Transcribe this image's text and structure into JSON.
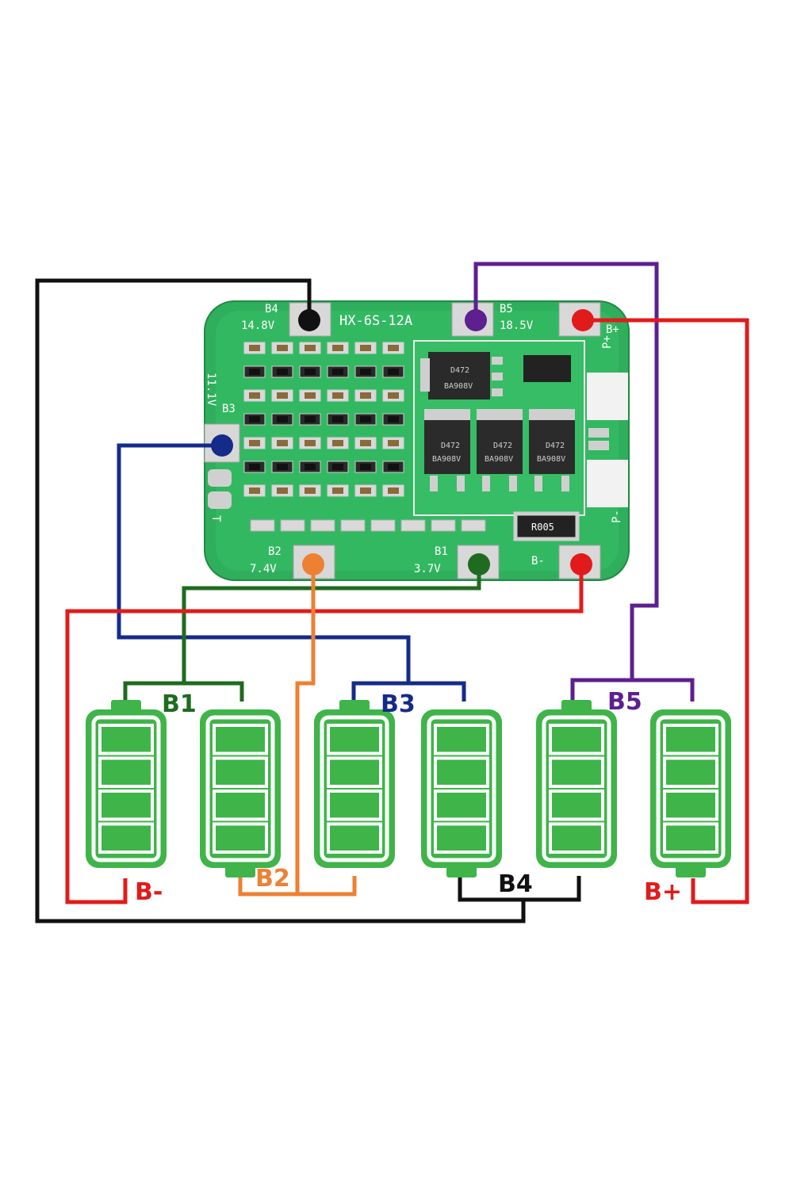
{
  "board": {
    "model": "HX-6S-12A",
    "pads": {
      "b4": {
        "name": "B4",
        "voltage": "14.8V"
      },
      "b5": {
        "name": "B5",
        "voltage": "18.5V"
      },
      "bplus": {
        "name": "B+"
      },
      "pplus": {
        "name": "P+"
      },
      "b3": {
        "name": "B3",
        "voltage": "11.1V"
      },
      "t": {
        "name": "T"
      },
      "b2": {
        "name": "B2",
        "voltage": "7.4V"
      },
      "b1": {
        "name": "B1",
        "voltage": "3.7V"
      },
      "bminus": {
        "name": "B-"
      },
      "pminus": {
        "name": "P-"
      }
    },
    "components": {
      "mosfet_code": "D472",
      "mosfet_sub": "BA908V",
      "resistor": "R005"
    }
  },
  "wire_labels": {
    "b1": "B1",
    "b2": "B2",
    "b3": "B3",
    "b4": "B4",
    "b5": "B5",
    "bminus": "B-",
    "bplus": "B+"
  },
  "colors": {
    "b1": "#1f6b1f",
    "b2": "#ee8033",
    "b3": "#152b8a",
    "b4": "#111111",
    "b5": "#5e1f8f",
    "red": "#e11b1b",
    "pcb": "#2fae5c",
    "battery": "#3fb449"
  },
  "batteries_count_label": ""
}
